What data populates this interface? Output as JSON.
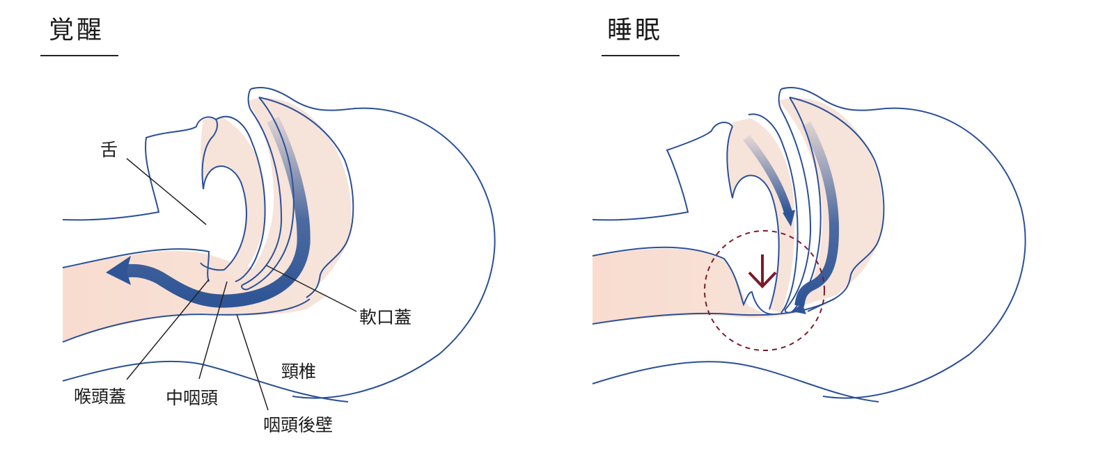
{
  "panels": [
    {
      "title": "覚醒",
      "labels": {
        "tongue": "舌",
        "soft_palate": "軟口蓋",
        "cervical_spine": "頸椎",
        "epiglottis": "喉頭蓋",
        "oropharynx": "中咽頭",
        "posterior_pharyngeal_wall": "咽頭後壁"
      }
    },
    {
      "title": "睡眠"
    }
  ],
  "colors": {
    "outline": "#2a4f98",
    "airway_fill": "#f6e3d9",
    "arrow": "#2f5596",
    "collapse_marker": "#7b1a2a"
  }
}
